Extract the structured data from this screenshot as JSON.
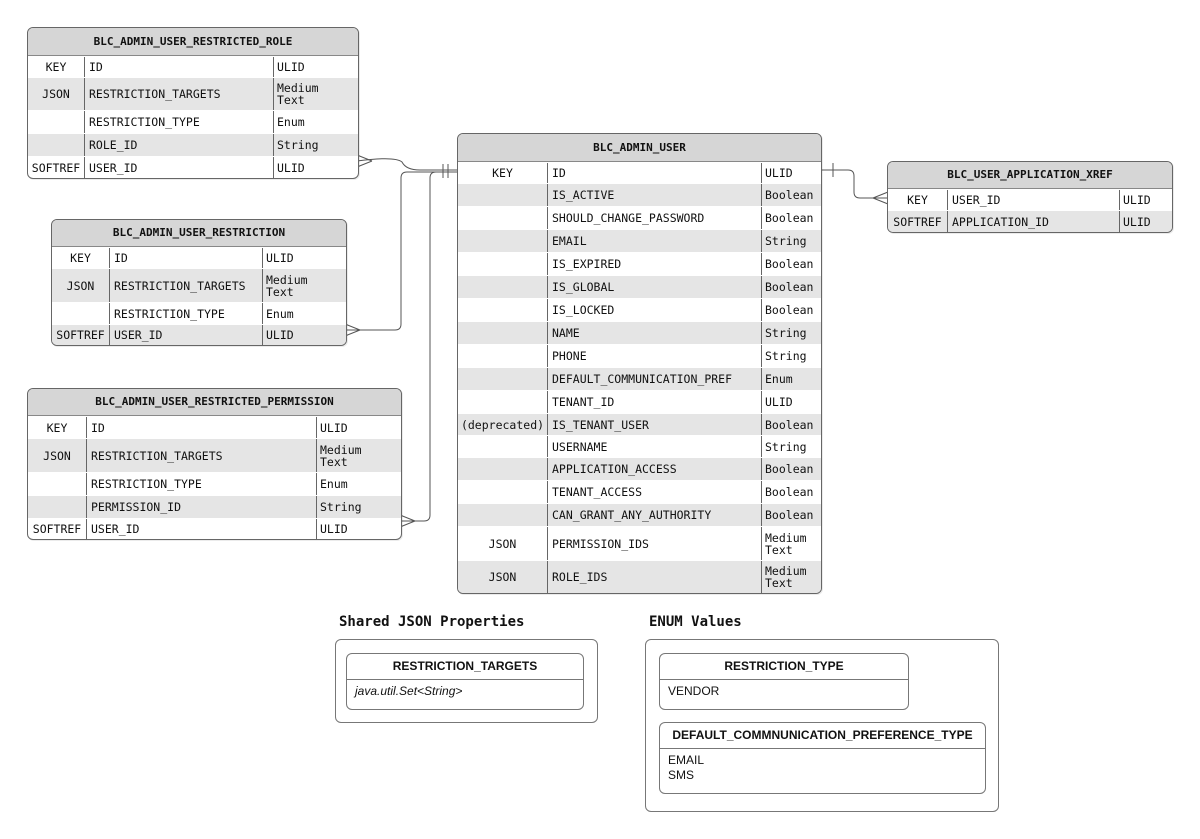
{
  "entities": {
    "restricted_role": {
      "title": "BLC_ADMIN_USER_RESTRICTED_ROLE",
      "rows": [
        {
          "key": "KEY",
          "name": "ID",
          "type": "ULID"
        },
        {
          "key": "JSON",
          "name": "RESTRICTION_TARGETS",
          "type": "Medium\nText"
        },
        {
          "key": "",
          "name": "RESTRICTION_TYPE",
          "type": "Enum"
        },
        {
          "key": "",
          "name": "ROLE_ID",
          "type": "String"
        },
        {
          "key": "SOFTREF",
          "name": "USER_ID",
          "type": "ULID"
        }
      ]
    },
    "restriction": {
      "title": "BLC_ADMIN_USER_RESTRICTION",
      "rows": [
        {
          "key": "KEY",
          "name": "ID",
          "type": "ULID"
        },
        {
          "key": "JSON",
          "name": "RESTRICTION_TARGETS",
          "type": "Medium\nText"
        },
        {
          "key": "",
          "name": "RESTRICTION_TYPE",
          "type": "Enum"
        },
        {
          "key": "SOFTREF",
          "name": "USER_ID",
          "type": "ULID"
        }
      ]
    },
    "restricted_permission": {
      "title": "BLC_ADMIN_USER_RESTRICTED_PERMISSION",
      "rows": [
        {
          "key": "KEY",
          "name": "ID",
          "type": "ULID"
        },
        {
          "key": "JSON",
          "name": "RESTRICTION_TARGETS",
          "type": "Medium\nText"
        },
        {
          "key": "",
          "name": "RESTRICTION_TYPE",
          "type": "Enum"
        },
        {
          "key": "",
          "name": "PERMISSION_ID",
          "type": "String"
        },
        {
          "key": "SOFTREF",
          "name": "USER_ID",
          "type": "ULID"
        }
      ]
    },
    "admin_user": {
      "title": "BLC_ADMIN_USER",
      "rows": [
        {
          "key": "KEY",
          "name": "ID",
          "type": "ULID"
        },
        {
          "key": "",
          "name": "IS_ACTIVE",
          "type": "Boolean"
        },
        {
          "key": "",
          "name": "SHOULD_CHANGE_PASSWORD",
          "type": "Boolean"
        },
        {
          "key": "",
          "name": "EMAIL",
          "type": "String"
        },
        {
          "key": "",
          "name": "IS_EXPIRED",
          "type": "Boolean"
        },
        {
          "key": "",
          "name": "IS_GLOBAL",
          "type": "Boolean"
        },
        {
          "key": "",
          "name": "IS_LOCKED",
          "type": "Boolean"
        },
        {
          "key": "",
          "name": "NAME",
          "type": "String"
        },
        {
          "key": "",
          "name": "PHONE",
          "type": "String"
        },
        {
          "key": "",
          "name": "DEFAULT_COMMUNICATION_PREF",
          "type": "Enum"
        },
        {
          "key": "",
          "name": "TENANT_ID",
          "type": "ULID"
        },
        {
          "key": "(deprecated)",
          "name": "IS_TENANT_USER",
          "type": "Boolean"
        },
        {
          "key": "",
          "name": "USERNAME",
          "type": "String"
        },
        {
          "key": "",
          "name": "APPLICATION_ACCESS",
          "type": "Boolean"
        },
        {
          "key": "",
          "name": "TENANT_ACCESS",
          "type": "Boolean"
        },
        {
          "key": "",
          "name": "CAN_GRANT_ANY_AUTHORITY",
          "type": "Boolean"
        },
        {
          "key": "JSON",
          "name": "PERMISSION_IDS",
          "type": "Medium\nText"
        },
        {
          "key": "JSON",
          "name": "ROLE_IDS",
          "type": "Medium\nText"
        }
      ]
    },
    "application_xref": {
      "title": "BLC_USER_APPLICATION_XREF",
      "rows": [
        {
          "key": "KEY",
          "name": "USER_ID",
          "type": "ULID"
        },
        {
          "key": "SOFTREF",
          "name": "APPLICATION_ID",
          "type": "ULID"
        }
      ]
    }
  },
  "shared_json": {
    "heading": "Shared JSON Properties",
    "card_title": "RESTRICTION_TARGETS",
    "card_value": "java.util.Set<String>"
  },
  "enum_values": {
    "heading": "ENUM Values",
    "restriction_type_title": "RESTRICTION_TYPE",
    "restriction_type_values": [
      "VENDOR"
    ],
    "comm_pref_title": "DEFAULT_COMMNUNICATION_PREFERENCE_TYPE",
    "comm_pref_values": [
      "EMAIL",
      "SMS"
    ]
  }
}
